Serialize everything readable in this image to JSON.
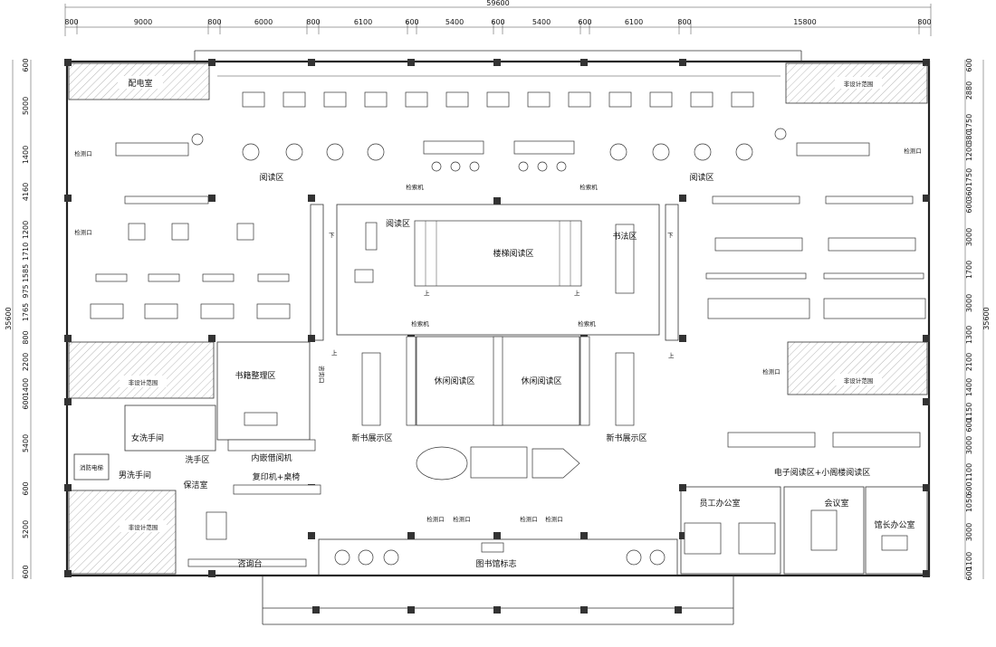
{
  "dimensions": {
    "top_total": "59600",
    "top_segments": [
      "800",
      "9000",
      "800",
      "6000",
      "800",
      "6100",
      "600",
      "5400",
      "600",
      "5400",
      "600",
      "6100",
      "800",
      "15800",
      "800"
    ],
    "left_total": "35600",
    "left_segments": [
      "600",
      "5000",
      "1400",
      "4160",
      "1200",
      "1710",
      "1585",
      "975",
      "1765",
      "800",
      "2200",
      "1400",
      "600",
      "5400",
      "600",
      "5200",
      "600"
    ],
    "right_total": "35600",
    "right_segments": [
      "600",
      "2880",
      "1750",
      "380",
      "1200",
      "1750",
      "360",
      "600",
      "3000",
      "1700",
      "3000",
      "1300",
      "2100",
      "1400",
      "1150",
      "600",
      "3000",
      "1100",
      "600",
      "1050",
      "3000",
      "1100",
      "600"
    ]
  },
  "rooms": {
    "power_room": "配电室",
    "non_design_tr": "非设计范围",
    "non_design_ml": "非设计范围",
    "non_design_mr": "非设计范围",
    "non_design_bl": "非设计范围",
    "reading_left": "阅读区",
    "reading_right": "阅读区",
    "reading_small": "阅读区",
    "stair_reading": "楼梯阅读区",
    "calligraphy": "书法区",
    "book_sorting": "书籍整理区",
    "consult_window": "咨询口",
    "embedded_lending": "内嵌借阅机",
    "womens_wc": "女洗手间",
    "mens_wc": "男洗手间",
    "wash_area": "洗手区",
    "cleaning_room": "保洁室",
    "accessible_lift": "消防电梯",
    "copier": "复印机+桌椅",
    "consult_desk": "咨询台",
    "new_books_left": "新书展示区",
    "new_books_right": "新书展示区",
    "leisure_left": "休闲阅读区",
    "leisure_right": "休闲阅读区",
    "e_reading": "电子阅读区+小阁楼阅读区",
    "staff_office": "员工办公室",
    "meeting_room": "会议室",
    "director_office": "馆长办公室",
    "library_sign": "图书馆标志"
  },
  "labels": {
    "search_left": "检索机",
    "search_right": "检索机",
    "search_small_left": "检索机",
    "search_small_right": "检索机",
    "check_left_1": "检测口",
    "check_left_2": "检测口",
    "check_right_1": "检测口",
    "check_right_2": "检测口",
    "gate_1": "检测口",
    "gate_2": "检测口",
    "gate_3": "检测口",
    "gate_4": "检测口",
    "down_left": "下",
    "down_right": "下",
    "up_left": "上",
    "up_mid": "上",
    "up_right": "上",
    "up_r2": "上"
  }
}
